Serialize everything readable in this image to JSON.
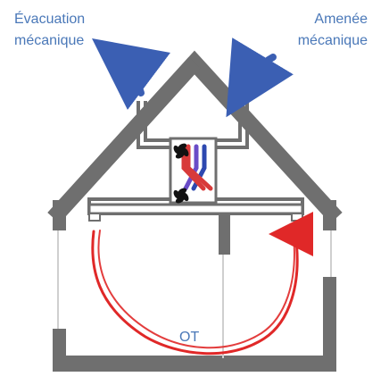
{
  "labels": {
    "exhaust": {
      "line1": "Évacuation",
      "line2": "mécanique"
    },
    "supply": {
      "line1": "Amenée",
      "line2": "mécanique"
    },
    "zone": "OT"
  },
  "colors": {
    "wall": "#6f6f6f",
    "text": "#4a78b8",
    "exhaust_arrow": "#3b5fb3",
    "supply_arrow": "#3b5fb3",
    "internal_airflow": "#e02828",
    "heat_exchanger_warm": "#d83a3a",
    "heat_exchanger_cool": "#6a4cc7",
    "fan": "#111111"
  },
  "icons": [
    "fan-icon",
    "fan-icon",
    "blue-exhaust-arrow",
    "blue-supply-arrow",
    "red-circulation-arrow"
  ]
}
